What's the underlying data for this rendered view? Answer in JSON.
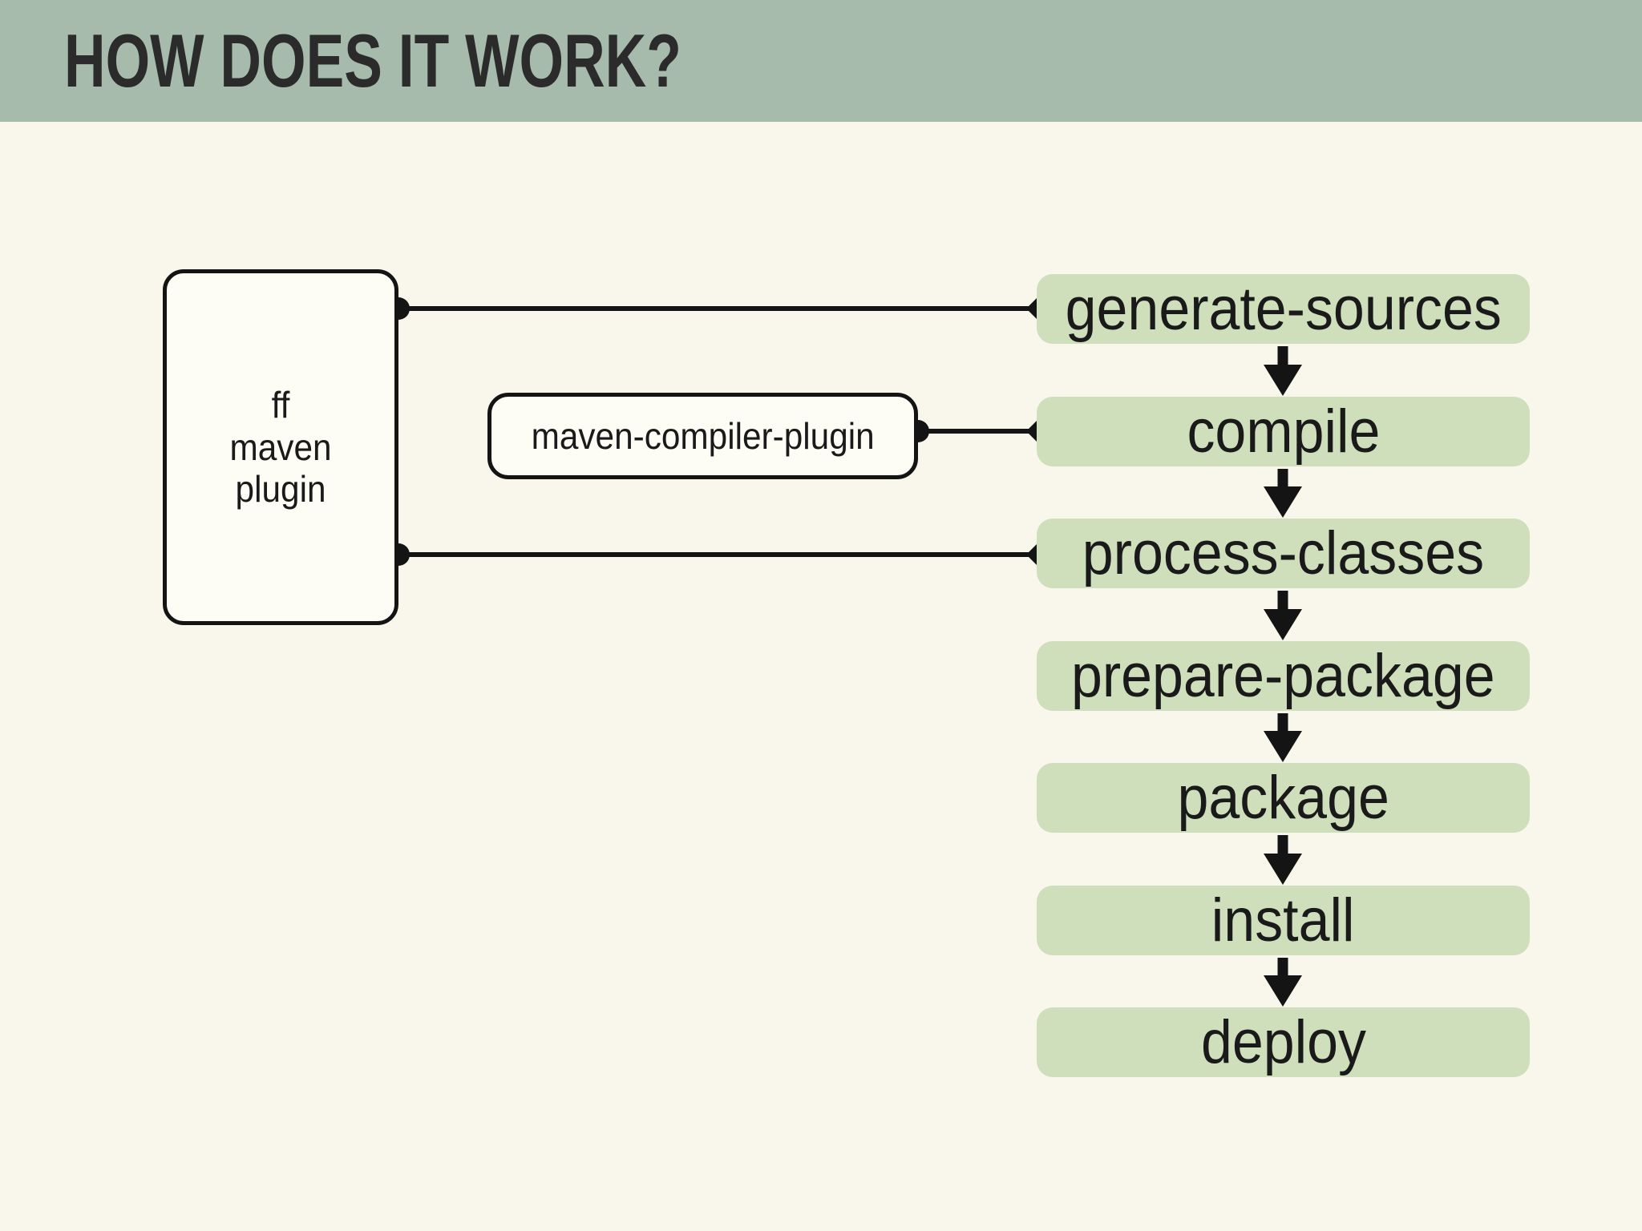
{
  "slide": {
    "title": "HOW DOES IT WORK?"
  },
  "diagram": {
    "plugin_box": {
      "label_lines": [
        "ff",
        "maven",
        "plugin"
      ]
    },
    "compiler_box": {
      "label": "maven-compiler-plugin"
    },
    "phases": [
      {
        "label": "generate-sources"
      },
      {
        "label": "compile"
      },
      {
        "label": "process-classes"
      },
      {
        "label": "prepare-package"
      },
      {
        "label": "package"
      },
      {
        "label": "install"
      },
      {
        "label": "deploy"
      }
    ]
  },
  "colors": {
    "header-bg": "#a6bbac",
    "page-bg": "#f9f7eb",
    "phase-bg": "#cfdfbc",
    "box-bg": "#fdfdf6",
    "line": "#141414",
    "title-text": "#2b2b2b",
    "text": "#1a1a1a"
  }
}
